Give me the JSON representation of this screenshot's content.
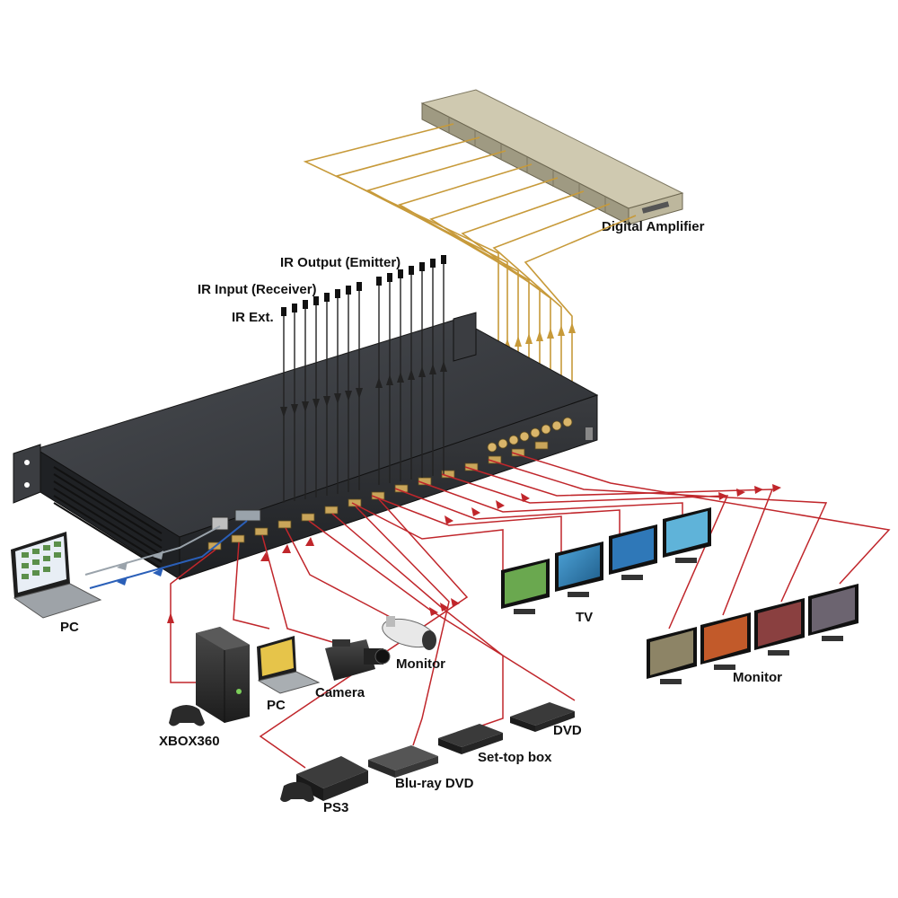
{
  "labels": {
    "digital_amplifier": "Digital Amplifier",
    "ir_output": "IR Output (Emitter)",
    "ir_input": "IR Input (Receiver)",
    "ir_ext": "IR Ext.",
    "pc_left": "PC",
    "tv": "TV",
    "monitor_right": "Monitor",
    "monitor_camera": "Monitor",
    "camera": "Camera",
    "pc_small": "PC",
    "xbox360": "XBOX360",
    "dvd": "DVD",
    "settop": "Set-top box",
    "bluray": "Blu-ray DVD",
    "ps3": "PS3"
  },
  "colors": {
    "hdmi_cable": "#c0262b",
    "audio_cable": "#c79a3a",
    "ir_cable": "#222222",
    "network_cable": "#9aa3ab",
    "rs232_cable": "#2a5fb8",
    "chassis": "#2b2d30",
    "amplifier": "#b8b29a"
  },
  "icons": {
    "matrix_switcher": "hdmi-matrix-switcher",
    "amplifier": "digital-amplifier-rack",
    "laptop": "laptop-icon",
    "screen": "display-screen-icon",
    "camera": "video-camera-icon",
    "cctv": "cctv-camera-icon",
    "console": "game-console-icon",
    "gamepad": "gamepad-icon",
    "disc_player": "disc-player-icon"
  }
}
